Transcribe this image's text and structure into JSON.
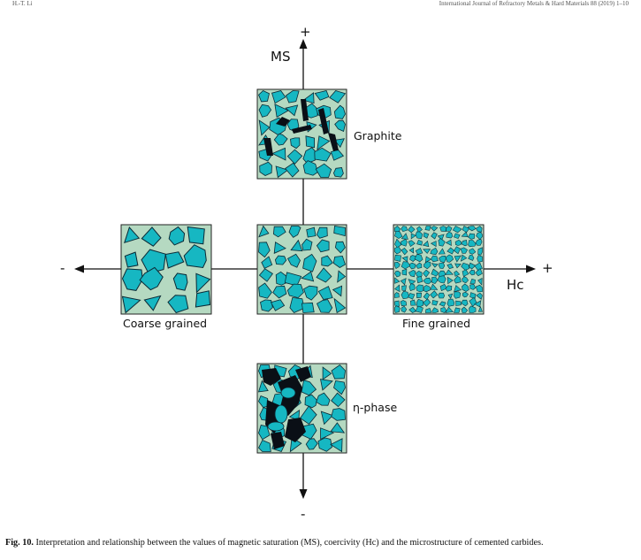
{
  "header": {
    "left": "H.-T. Li",
    "right": "International Journal of Refractory Metals & Hard Materials 88 (2019) 1–10"
  },
  "axes": {
    "vertical_label": "MS",
    "horizontal_label": "Hc",
    "top_sign": "+",
    "bottom_sign": "-",
    "left_sign": "-",
    "right_sign": "+"
  },
  "boxes": {
    "top": "Graphite",
    "left": "Coarse grained",
    "right": "Fine grained",
    "bottom": "η-phase"
  },
  "colors": {
    "box_fill": "#b5d9c1",
    "grain_fill": "#16b7c2",
    "outline": "#0b2a36",
    "phase": "#0a0f16"
  },
  "caption": {
    "label": "Fig. 10.",
    "text": " Interpretation and relationship between the values of magnetic saturation (MS), coercivity (Hc) and the microstructure of cemented carbides."
  }
}
